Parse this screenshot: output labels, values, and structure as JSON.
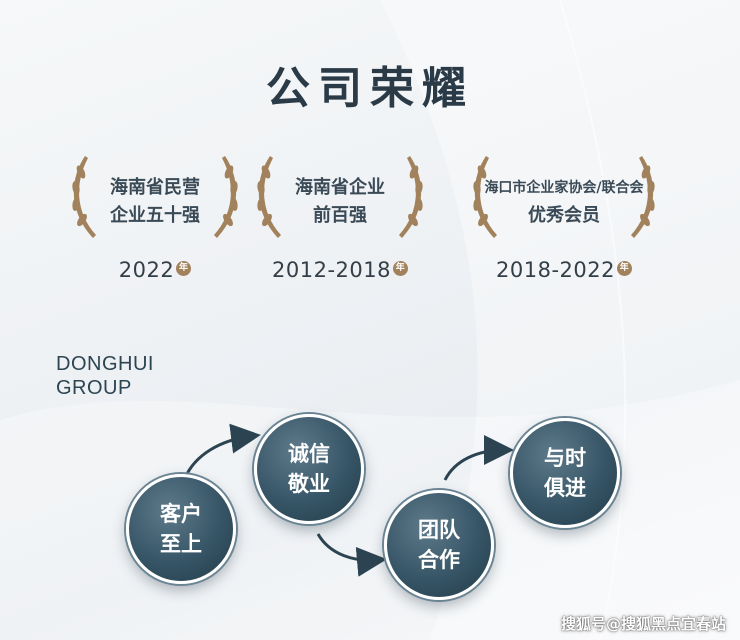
{
  "title": "公司荣耀",
  "awards": [
    {
      "lines": [
        "海南省民营",
        "企业五十强"
      ],
      "year": "2022",
      "year_unit": "年"
    },
    {
      "lines": [
        "海南省企业",
        "前百强"
      ],
      "year": "2012-2018",
      "year_unit": "年"
    },
    {
      "lines": [
        "海口市企业家协会/联合会",
        "优秀会员"
      ],
      "year": "2018-2022",
      "year_unit": "年"
    }
  ],
  "brand": {
    "line1": "DONGHUI",
    "line2": "GROUP"
  },
  "values": [
    {
      "line1": "客户",
      "line2": "至上"
    },
    {
      "line1": "诚信",
      "line2": "敬业"
    },
    {
      "line1": "团队",
      "line2": "合作"
    },
    {
      "line1": "与时",
      "line2": "俱进"
    }
  ],
  "colors": {
    "gold": "#a2825c",
    "circle": "#365566",
    "title": "#2a3a47"
  },
  "watermark": "搜狐号@搜狐黑点宜春站"
}
